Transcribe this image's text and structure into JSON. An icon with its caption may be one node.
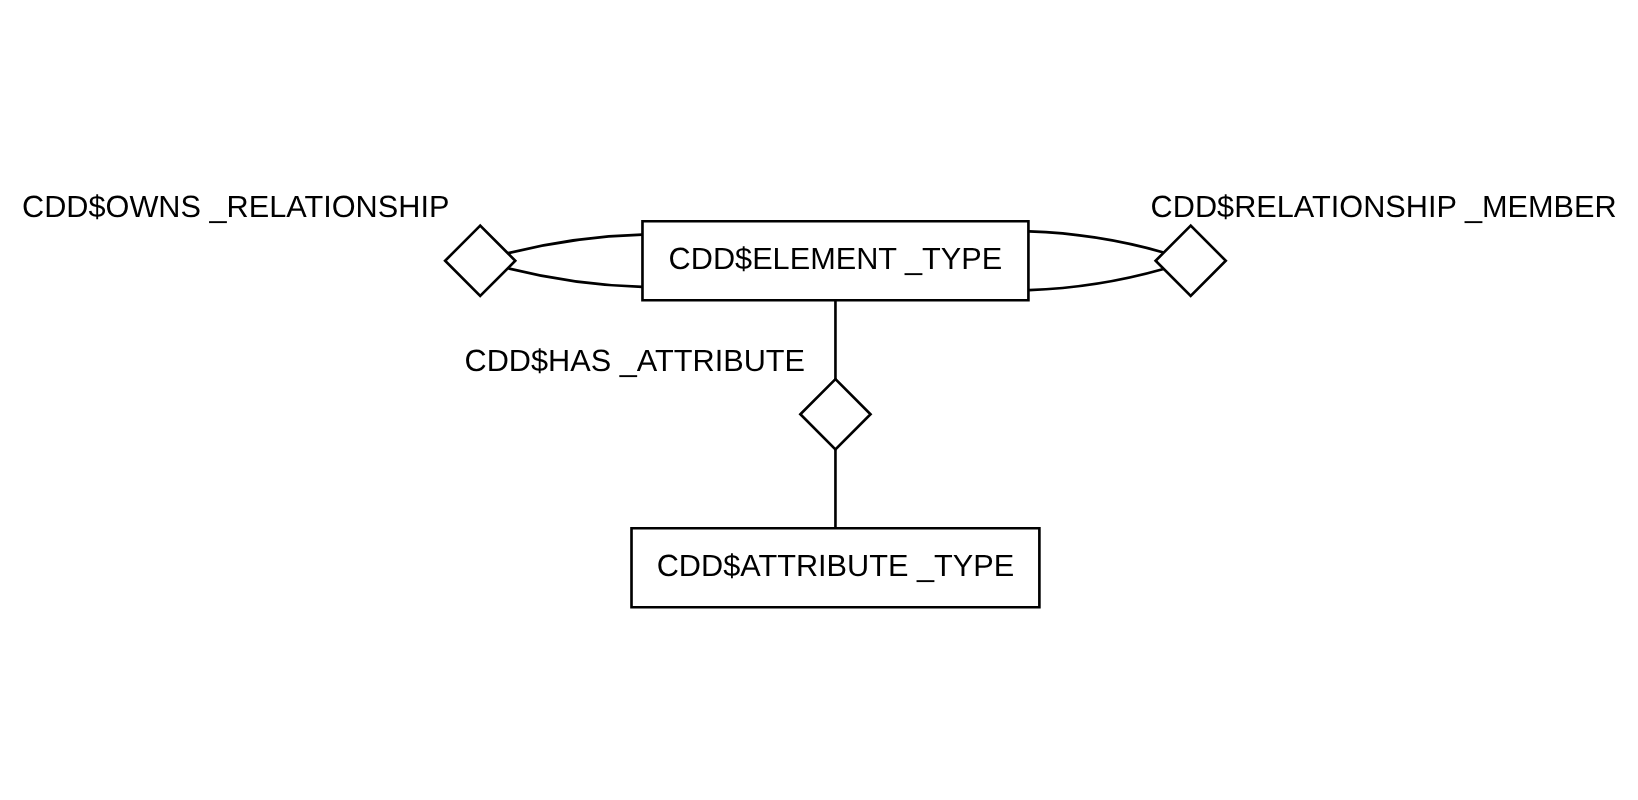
{
  "diagram": {
    "nodes": [
      {
        "text": [
          "CDD$OWNS _RELATIONSHIP"
        ]
      },
      {
        "text": [
          "CDD$ELEMENT _TYPE"
        ]
      },
      {
        "text": [
          "CDD$RELATIONSHIP _MEMBER"
        ]
      },
      {
        "text": [
          "CDD$HAS _ATTRIBUTE"
        ]
      },
      {
        "text": [
          "CDD$ATTRIBUTE _TYPE"
        ]
      }
    ],
    "edges": [
      {
        "from": 0,
        "to": 1,
        "arrow": "none"
      },
      {
        "from": 0,
        "to": 1,
        "arrow": "none"
      },
      {
        "from": 1,
        "to": 2,
        "arrow": "none"
      },
      {
        "from": 1,
        "to": 2,
        "arrow": "none"
      },
      {
        "from": 1,
        "to": 3,
        "arrow": "none"
      },
      {
        "from": 3,
        "to": 4,
        "arrow": "none"
      }
    ]
  }
}
